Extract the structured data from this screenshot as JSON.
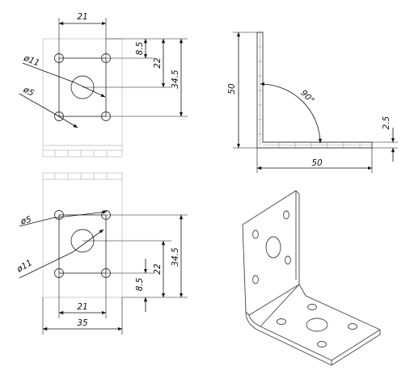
{
  "front_view": {
    "width_21": "21",
    "hole_small_dia": "ø5",
    "hole_large_dia": "ø11",
    "height_8_5": "8.5",
    "height_22": "22",
    "height_34_5": "34.5"
  },
  "side_view": {
    "leg_height": "50",
    "angle": "90°",
    "leg_length": "50",
    "thickness": "2.5"
  },
  "bottom_view": {
    "hole_small_dia": "ø5",
    "hole_large_dia": "ø11",
    "height_34_5": "34.5",
    "height_22": "22",
    "height_8_5": "8.5",
    "width_21": "21",
    "width_35": "35"
  },
  "colors": {
    "line": "#3a3a3a",
    "dimension": "#111111",
    "hidden": "#c8c8c8"
  }
}
